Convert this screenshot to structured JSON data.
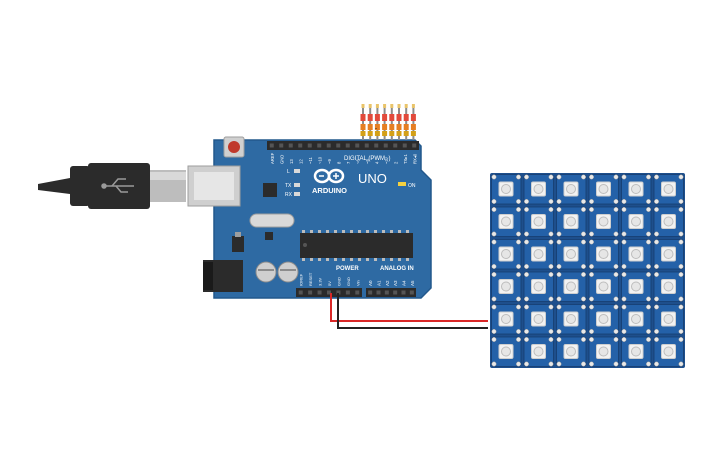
{
  "canvas": {
    "background": "#ffffff"
  },
  "colors": {
    "board": "#2e6aa3",
    "board_edge": "#22588c",
    "silk": "#ffffff",
    "header": "#2b2b2b",
    "usb_cable": "#2b2b2b",
    "usb_plug": "#d9d9d9",
    "wire_red": "#d92727",
    "wire_black": "#222222",
    "pin_tip": "#e9c46a",
    "resistor": "#e24a3b",
    "matrix_pcb": "#1e4f8c",
    "led_body": "#f2f2f2"
  },
  "arduino": {
    "logo_text": "ARDUINO",
    "model": "UNO",
    "digital_label": "DIGITAL (PWM~)",
    "power_label": "POWER",
    "analog_label": "ANALOG IN",
    "on_label": "ON",
    "led_l": "L",
    "led_tx": "TX",
    "led_rx": "RX",
    "digital_pins": [
      "AREF",
      "GND",
      "13",
      "12",
      "~11",
      "~10",
      "~9",
      "8",
      "7",
      "~6",
      "~5",
      "4",
      "~3",
      "2",
      "TX▸1",
      "RX◂0"
    ],
    "power_pins": [
      "IOREF",
      "RESET",
      "3.3V",
      "5V",
      "GND",
      "GND",
      "Vin"
    ],
    "analog_pins": [
      "A0",
      "A1",
      "A2",
      "A3",
      "A4",
      "A5"
    ]
  },
  "led_matrix": {
    "rows": 6,
    "cols": 6
  },
  "components": {
    "usb_cable": "usb-cable",
    "header_pins": "header-pins"
  }
}
